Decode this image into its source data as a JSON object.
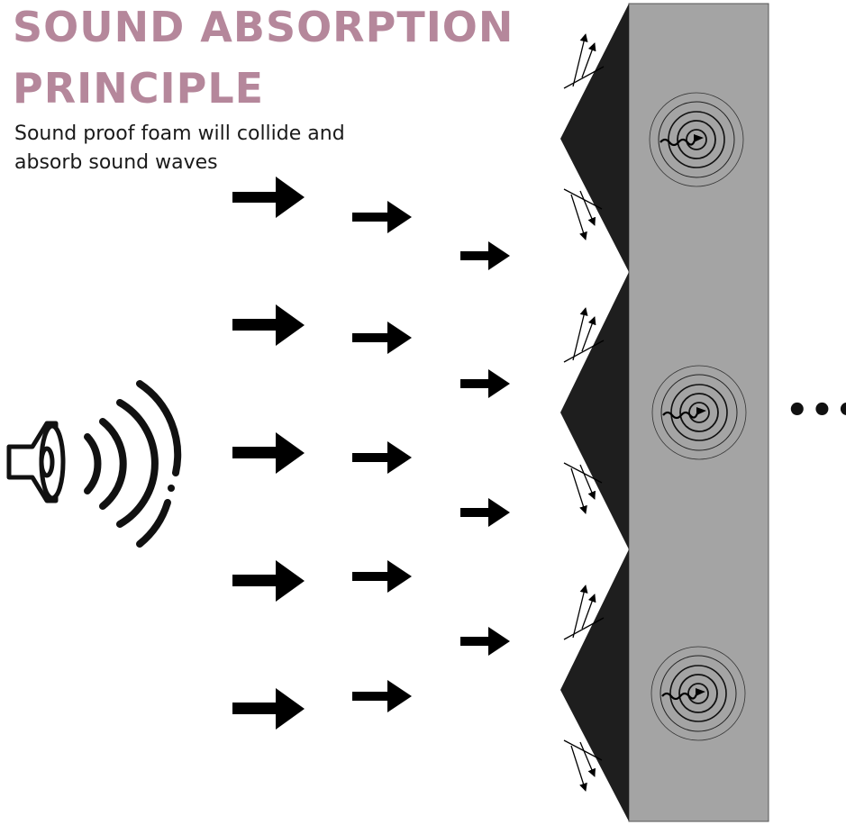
{
  "title": {
    "line1": "SOUND ABSORPTION",
    "line2": "PRINCIPLE"
  },
  "subtitle": {
    "line1": "Sound proof foam will collide and",
    "line2": "absorb sound waves"
  },
  "continuation": "•••",
  "icons": {
    "speaker": "speaker-icon",
    "sound_waves": "sound-waves-icon",
    "incoming_arrow": "arrow-right-icon",
    "reflection": "reflection-arrows-icon",
    "absorption": "absorption-ripple-icon"
  },
  "colors": {
    "title": "#b5879b",
    "foam_wedge": "#1e1e1e",
    "wall": "#a4a4a4",
    "arrow": "#000000"
  }
}
